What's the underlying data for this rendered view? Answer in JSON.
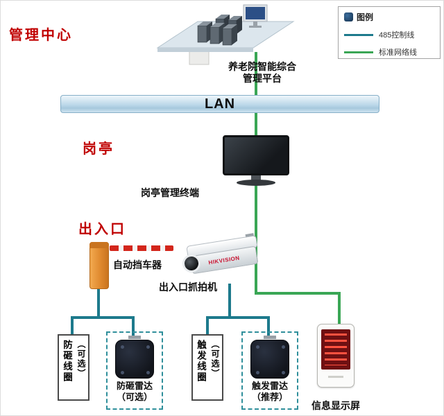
{
  "legend": {
    "title": "图例",
    "items": [
      {
        "label": "485控制线",
        "color": "#1d7a8c"
      },
      {
        "label": "标准网络线",
        "color": "#3aa655"
      }
    ]
  },
  "section_labels": {
    "management_center": "管理中心",
    "guard_booth": "岗亭",
    "entrance_exit": "出入口"
  },
  "nodes": {
    "platform": {
      "line1": "养老院智能综合",
      "line2": "管理平台"
    },
    "lan": {
      "label": "LAN"
    },
    "terminal": {
      "label": "岗亭管理终端"
    },
    "barrier": {
      "label": "自动挡车器"
    },
    "camera": {
      "label": "出入口抓拍机",
      "brand": "HIKVISION"
    },
    "loop_anti_smash": {
      "name": "防砸线圈",
      "note": "（可选）"
    },
    "radar_anti_smash": {
      "name": "防砸雷达",
      "note": "（可选）"
    },
    "loop_trigger": {
      "name": "触发线圈",
      "note": "（可选）"
    },
    "radar_trigger": {
      "name": "触发雷达",
      "note": "（推荐）"
    },
    "display": {
      "label": "信息显示屏"
    }
  },
  "colors": {
    "line_485": "#1d7a8c",
    "line_network": "#3aa655",
    "section_label_red": "#c00000",
    "barrier_orange": "#e08a2f",
    "lan_fill": "#bcd8e9"
  }
}
